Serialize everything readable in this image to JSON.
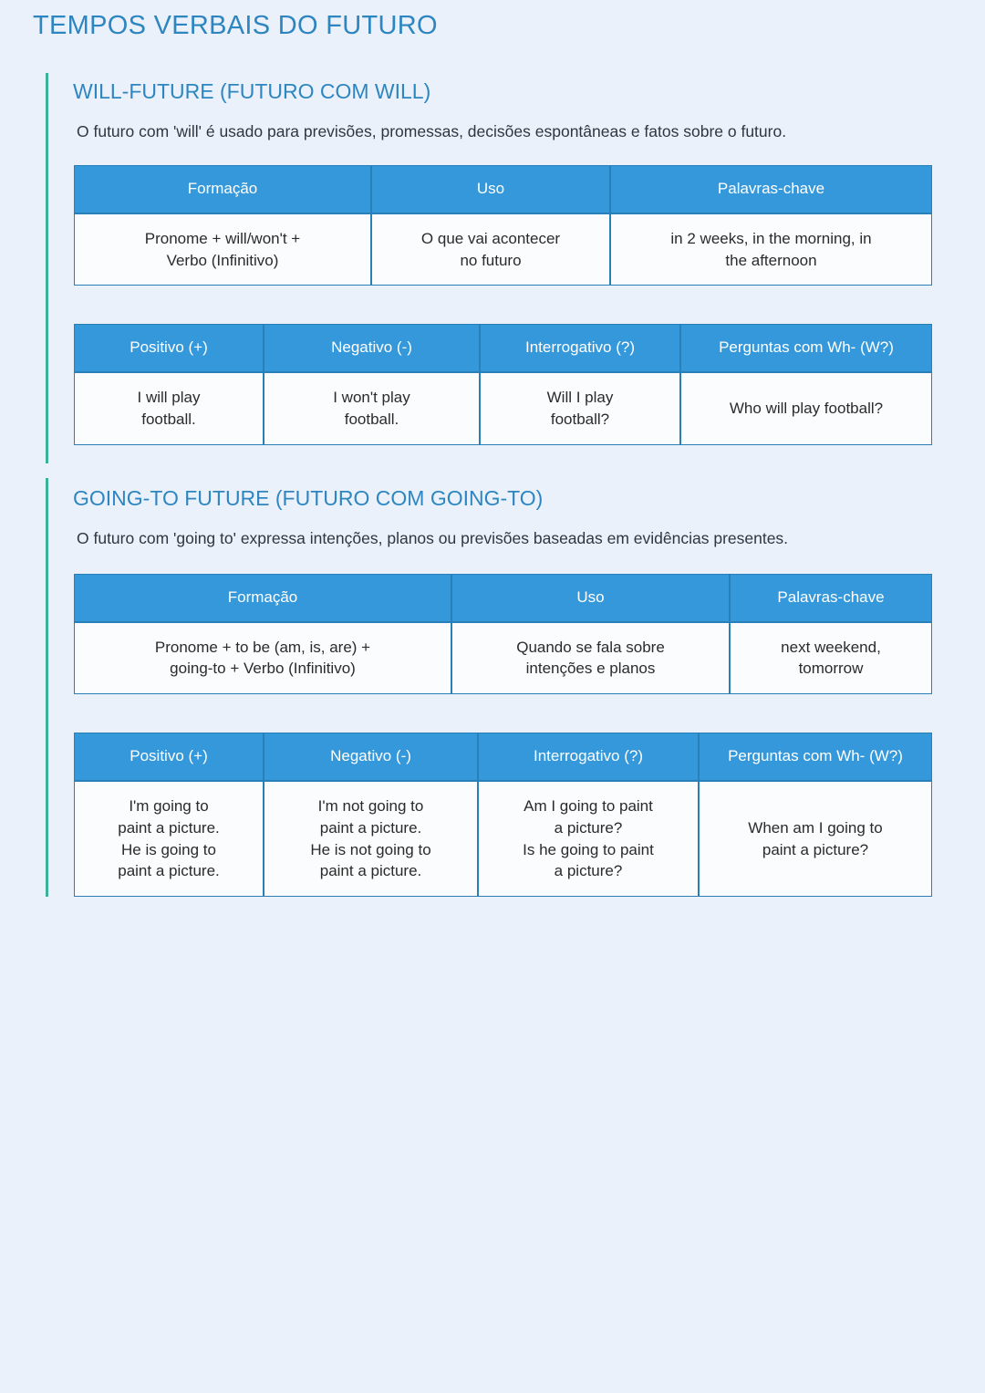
{
  "page": {
    "title": "TEMPOS VERBAIS DO FUTURO",
    "background": "#eaf1fa",
    "title_color": "#2e86c1",
    "accent_bar_color": "#3bb39b",
    "table_header_bg": "#3498db",
    "table_border": "#2980b9",
    "cell_bg": "#fafcfd"
  },
  "sections": [
    {
      "heading": "WILL-FUTURE (FUTURO COM WILL)",
      "description": "O futuro com 'will' é usado para previsões, promessas, decisões espontâneas e fatos sobre o futuro.",
      "table_overview": {
        "headers": [
          "Formação",
          "Uso",
          "Palavras-chave"
        ],
        "row": [
          [
            "Pronome + will/won't +",
            "Verbo (Infinitivo)"
          ],
          [
            "O que vai acontecer",
            "no futuro"
          ],
          [
            "in 2 weeks, in the morning, in",
            "the afternoon"
          ]
        ]
      },
      "table_forms": {
        "headers": [
          "Positivo (+)",
          "Negativo (-)",
          "Interrogativo (?)",
          "Perguntas com Wh-(W?)"
        ],
        "row": [
          [
            "I will play",
            "football."
          ],
          [
            "I won't play",
            "football."
          ],
          [
            "Will I play",
            "football?"
          ],
          [
            "Who will play football?"
          ]
        ]
      }
    },
    {
      "heading": "GOING-TO FUTURE (FUTURO COM GOING-TO)",
      "description": "O futuro com 'going to' expressa intenções, planos ou previsões baseadas em evidências presentes.",
      "table_overview": {
        "headers": [
          "Formação",
          "Uso",
          "Palavras-chave"
        ],
        "row": [
          [
            "Pronome + to be (am, is, are) +",
            "going-to + Verbo (Infinitivo)"
          ],
          [
            "Quando se fala sobre",
            "intenções e planos"
          ],
          [
            "next weekend,",
            "tomorrow"
          ]
        ]
      },
      "table_forms": {
        "headers": [
          "Positivo (+)",
          "Negativo (-)",
          "Interrogativo (?)",
          "Perguntas com Wh-(W?)"
        ],
        "row": [
          [
            "I'm going to",
            "paint a picture.",
            "He is going to",
            "paint a picture."
          ],
          [
            "I'm not going to",
            "paint a picture.",
            "He is not going to",
            "paint a picture."
          ],
          [
            "Am I going to paint",
            "a picture?",
            "Is he going to paint",
            "a picture?"
          ],
          [
            "When am I going to",
            "paint a picture?"
          ]
        ]
      }
    }
  ],
  "wh_header_lines": [
    "Perguntas com Wh-",
    "(W?)"
  ]
}
